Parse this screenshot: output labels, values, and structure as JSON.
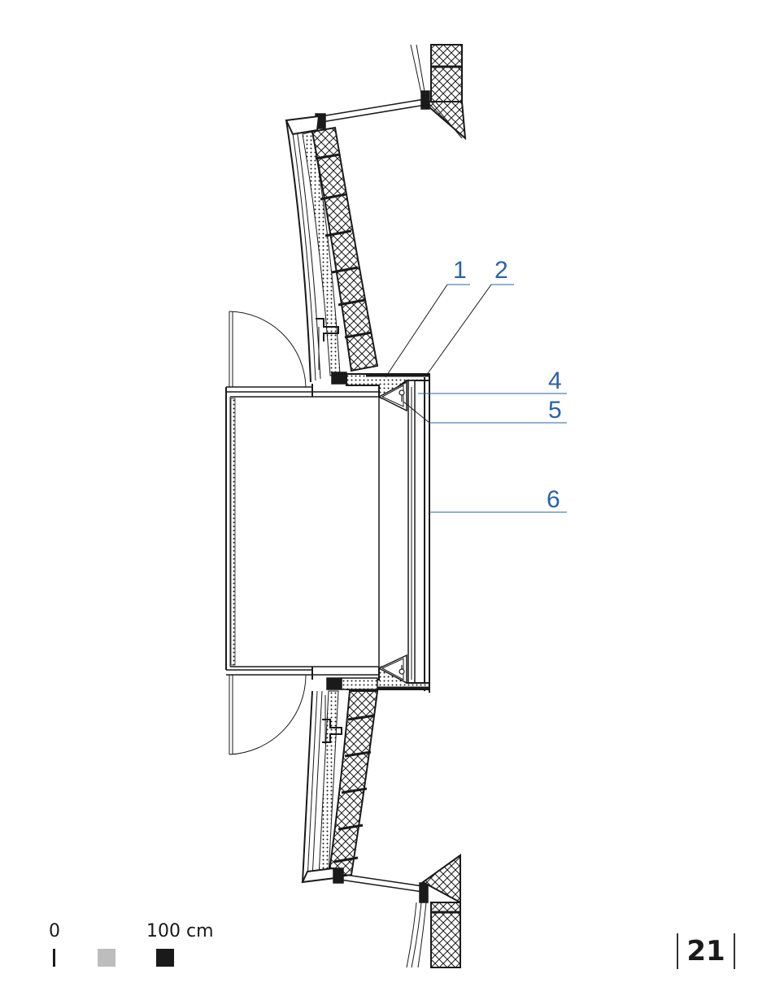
{
  "callouts": {
    "c1": "1",
    "c2": "2",
    "c4": "4",
    "c5": "5",
    "c6": "6"
  },
  "scale": {
    "start_label": "0",
    "end_label": "100 cm",
    "colors": {
      "tick": "#1a1a1a",
      "light": "#bdbdbd",
      "dark": "#1a1a1a"
    }
  },
  "page": {
    "number": "21"
  },
  "colors": {
    "line": "#1a1a1a",
    "callout": "#2a63a6",
    "hatch_fill": "#ffffff"
  }
}
